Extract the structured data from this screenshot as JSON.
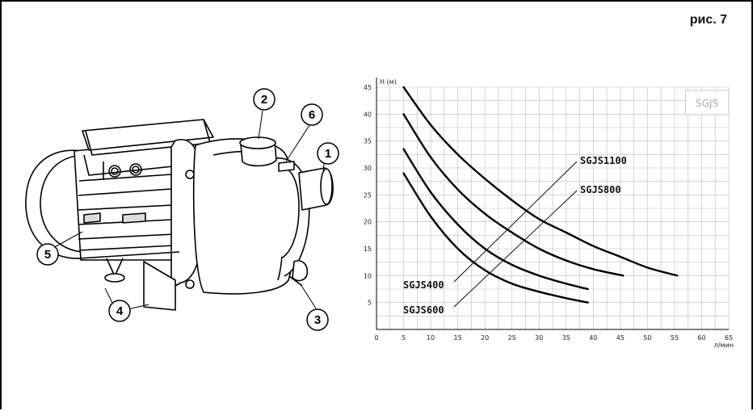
{
  "figure_label": "рис. 7",
  "callouts": [
    {
      "id": "1",
      "label": "1"
    },
    {
      "id": "2",
      "label": "2"
    },
    {
      "id": "3",
      "label": "3"
    },
    {
      "id": "4",
      "label": "4"
    },
    {
      "id": "5",
      "label": "5"
    },
    {
      "id": "6",
      "label": "6"
    }
  ],
  "chart_data": {
    "type": "line",
    "legend_box": "SGJS",
    "xlabel": "л/мин",
    "ylabel": "H (м)",
    "xlim": [
      0,
      65
    ],
    "ylim": [
      0,
      45
    ],
    "x_ticks": [
      0,
      5,
      10,
      15,
      20,
      25,
      30,
      35,
      40,
      45,
      50,
      55,
      60,
      65
    ],
    "y_ticks": [
      5,
      10,
      15,
      20,
      25,
      30,
      35,
      40,
      45
    ],
    "series": [
      {
        "name": "SGJS400",
        "x": [
          5,
          10,
          15,
          20,
          25,
          30,
          35,
          39
        ],
        "y": [
          29,
          21,
          15,
          11,
          8.5,
          7,
          5.8,
          5
        ]
      },
      {
        "name": "SGJS600",
        "x": [
          5,
          10,
          15,
          20,
          25,
          30,
          35,
          39
        ],
        "y": [
          33.5,
          25.5,
          19.5,
          15,
          12,
          10,
          8.5,
          7.5
        ]
      },
      {
        "name": "SGJS800",
        "x": [
          5,
          10,
          15,
          20,
          25,
          30,
          35,
          40,
          45.5
        ],
        "y": [
          40,
          32,
          26,
          21.5,
          18,
          15,
          12.8,
          11.2,
          10
        ]
      },
      {
        "name": "SGJS1100",
        "x": [
          5,
          10,
          15,
          20,
          25,
          30,
          35,
          40,
          45,
          50,
          55.5
        ],
        "y": [
          45,
          38,
          32.5,
          28,
          24,
          20.5,
          18,
          15.5,
          13.5,
          11.5,
          10
        ]
      }
    ]
  }
}
